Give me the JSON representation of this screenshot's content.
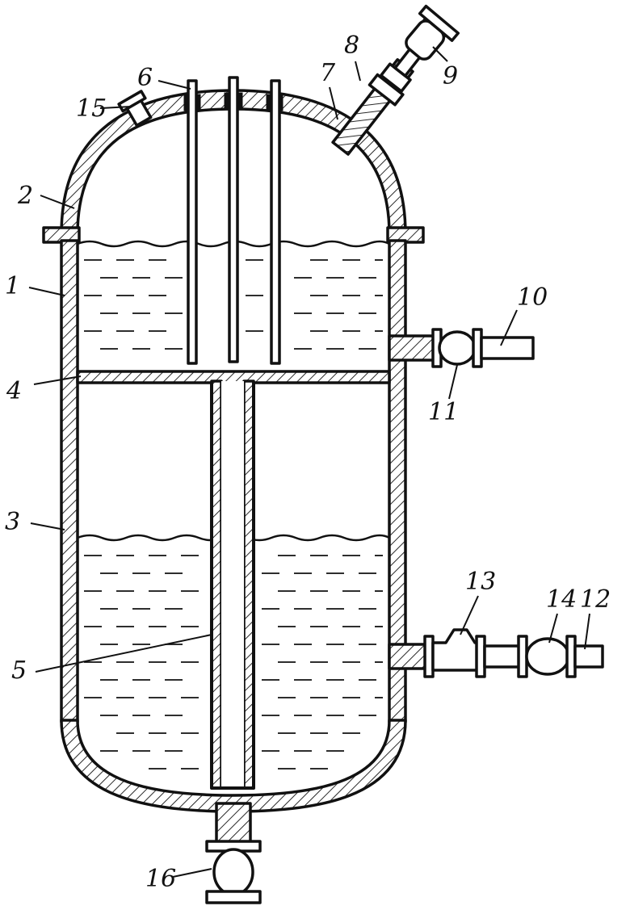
{
  "callouts": {
    "c1": "1",
    "c2": "2",
    "c3": "3",
    "c4": "4",
    "c5": "5",
    "c6": "6",
    "c7": "7",
    "c8": "8",
    "c9": "9",
    "c10": "10",
    "c11": "11",
    "c12": "12",
    "c13": "13",
    "c14": "14",
    "c15": "15",
    "c16": "16"
  },
  "colors": {
    "line": "#111111",
    "background": "#ffffff"
  }
}
